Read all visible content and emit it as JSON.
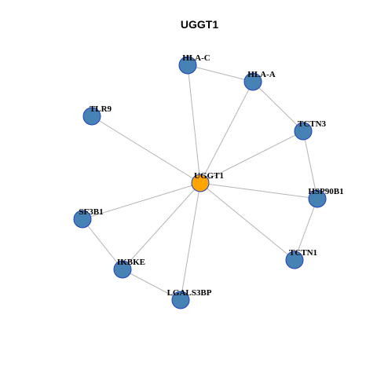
{
  "title": "UGGT1",
  "colors": {
    "center_node": "#FFA500",
    "neighbor_node": "#4682B4",
    "node_stroke": "#1F3FBF",
    "edge": "#B4B4B4"
  },
  "nodes": [
    {
      "id": "UGGT1",
      "label": "UGGT1",
      "role": "center"
    },
    {
      "id": "HLA-C",
      "label": "HLA-C",
      "role": "neighbor"
    },
    {
      "id": "HLA-A",
      "label": "HLA-A",
      "role": "neighbor"
    },
    {
      "id": "TLR9",
      "label": "TLR9",
      "role": "neighbor"
    },
    {
      "id": "TCTN3",
      "label": "TCTN3",
      "role": "neighbor"
    },
    {
      "id": "HSP90B1",
      "label": "HSP90B1",
      "role": "neighbor"
    },
    {
      "id": "SF3B1",
      "label": "SF3B1",
      "role": "neighbor"
    },
    {
      "id": "TCTN1",
      "label": "TCTN1",
      "role": "neighbor"
    },
    {
      "id": "IKBKE",
      "label": "IKBKE",
      "role": "neighbor"
    },
    {
      "id": "LGALS3BP",
      "label": "LGALS3BP",
      "role": "neighbor"
    }
  ],
  "edges": [
    [
      "UGGT1",
      "HLA-C"
    ],
    [
      "UGGT1",
      "HLA-A"
    ],
    [
      "UGGT1",
      "TLR9"
    ],
    [
      "UGGT1",
      "TCTN3"
    ],
    [
      "UGGT1",
      "HSP90B1"
    ],
    [
      "UGGT1",
      "SF3B1"
    ],
    [
      "UGGT1",
      "TCTN1"
    ],
    [
      "UGGT1",
      "IKBKE"
    ],
    [
      "UGGT1",
      "LGALS3BP"
    ],
    [
      "HLA-C",
      "HLA-A"
    ],
    [
      "HLA-A",
      "TCTN3"
    ],
    [
      "TCTN3",
      "HSP90B1"
    ],
    [
      "HSP90B1",
      "TCTN1"
    ],
    [
      "SF3B1",
      "IKBKE"
    ],
    [
      "IKBKE",
      "LGALS3BP"
    ]
  ]
}
